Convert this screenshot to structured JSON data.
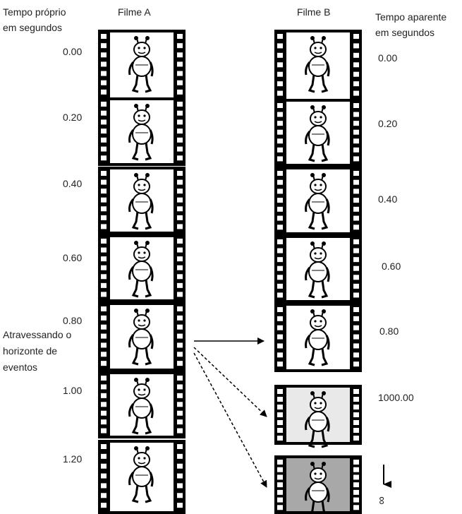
{
  "header": {
    "left_label_line1": "Tempo próprio",
    "left_label_line2": "em segundos",
    "film_a_title": "Filme A",
    "film_b_title": "Filme B",
    "right_label_line1": "Tempo aparente",
    "right_label_line2": "em segundos"
  },
  "film_a": {
    "times": [
      "0.00",
      "0.20",
      "0.40",
      "0.60",
      "0.80",
      "1.00",
      "1.20"
    ]
  },
  "film_b": {
    "times": [
      "0.00",
      "0.20",
      "0.40",
      "0.60",
      "0.80",
      "1000.00"
    ],
    "infinity_symbol": "∞"
  },
  "annotation": {
    "line1": "Atravessando o",
    "line2": "horizonte de",
    "line3": "eventos"
  },
  "colors": {
    "film": "#000000",
    "frame_light": "#e9e9e9",
    "frame_dark": "#a8a8a8",
    "text": "#222222"
  }
}
